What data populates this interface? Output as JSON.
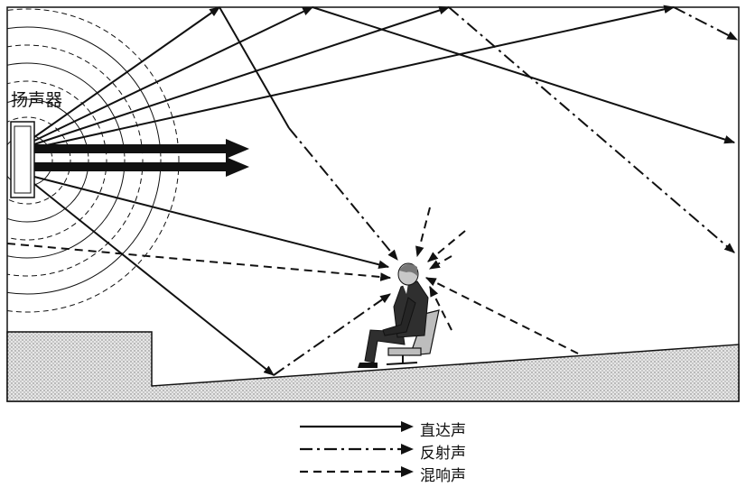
{
  "speaker_label": "扬声器",
  "legend": [
    {
      "label": "直达声",
      "style": "solid"
    },
    {
      "label": "反射声",
      "style": "dashdot"
    },
    {
      "label": "混响声",
      "style": "dashed"
    }
  ],
  "colors": {
    "line": "#111111",
    "floor_fill": "#d4d4d4",
    "person_suit": "#2f2f2f",
    "chair": "#bdbdbd"
  }
}
